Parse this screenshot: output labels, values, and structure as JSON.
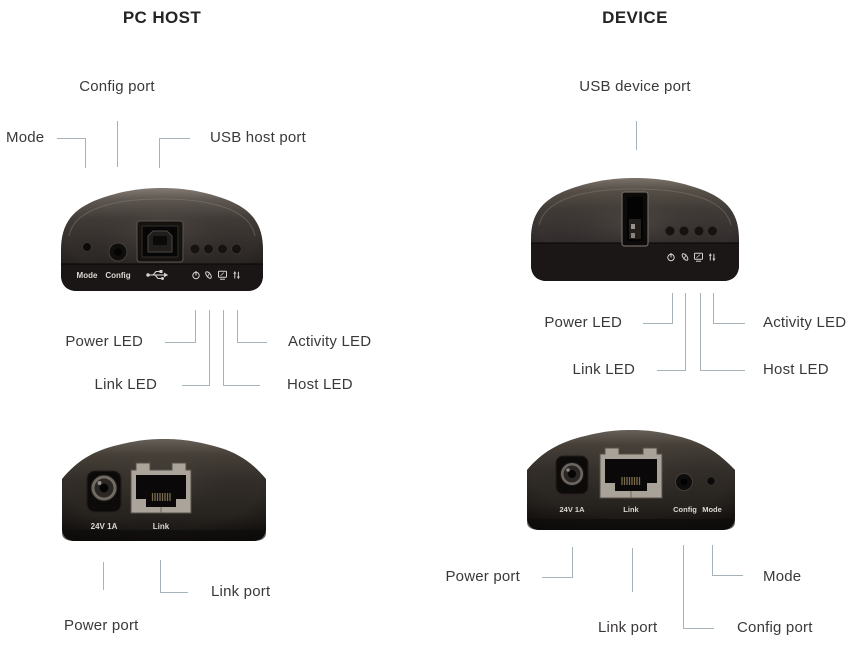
{
  "colors": {
    "background": "#ffffff",
    "title_text": "#262324",
    "label_text": "#3b3938",
    "leader_line": "#a7b3ba",
    "device_body_dark": "#332e2b",
    "device_panel_text": "#dad7d3",
    "rj45_metal": "#aaa49b"
  },
  "pc_host": {
    "title": "PC HOST",
    "labels": {
      "config_port": "Config port",
      "mode": "Mode",
      "usb_host_port": "USB host port",
      "power_led": "Power LED",
      "link_led": "Link LED",
      "activity_led": "Activity LED",
      "host_led": "Host LED",
      "power_port": "Power port",
      "link_port": "Link port"
    },
    "front_panel": {
      "mode": "Mode",
      "config": "Config"
    },
    "rear_panel": {
      "power": "24V 1A",
      "link": "Link"
    }
  },
  "device": {
    "title": "DEVICE",
    "labels": {
      "usb_device_port": "USB device port",
      "power_led": "Power LED",
      "link_led": "Link LED",
      "activity_led": "Activity LED",
      "host_led": "Host LED",
      "power_port": "Power port",
      "link_port": "Link port",
      "config_port": "Config port",
      "mode": "Mode"
    },
    "rear_panel": {
      "power": "24V 1A",
      "link": "Link",
      "config": "Config",
      "mode": "Mode"
    }
  },
  "icons": {
    "usb_trident": "usb-trident",
    "power": "power-symbol",
    "link": "paperclip",
    "host": "computer-monitor",
    "activity": "up-down-arrows"
  }
}
